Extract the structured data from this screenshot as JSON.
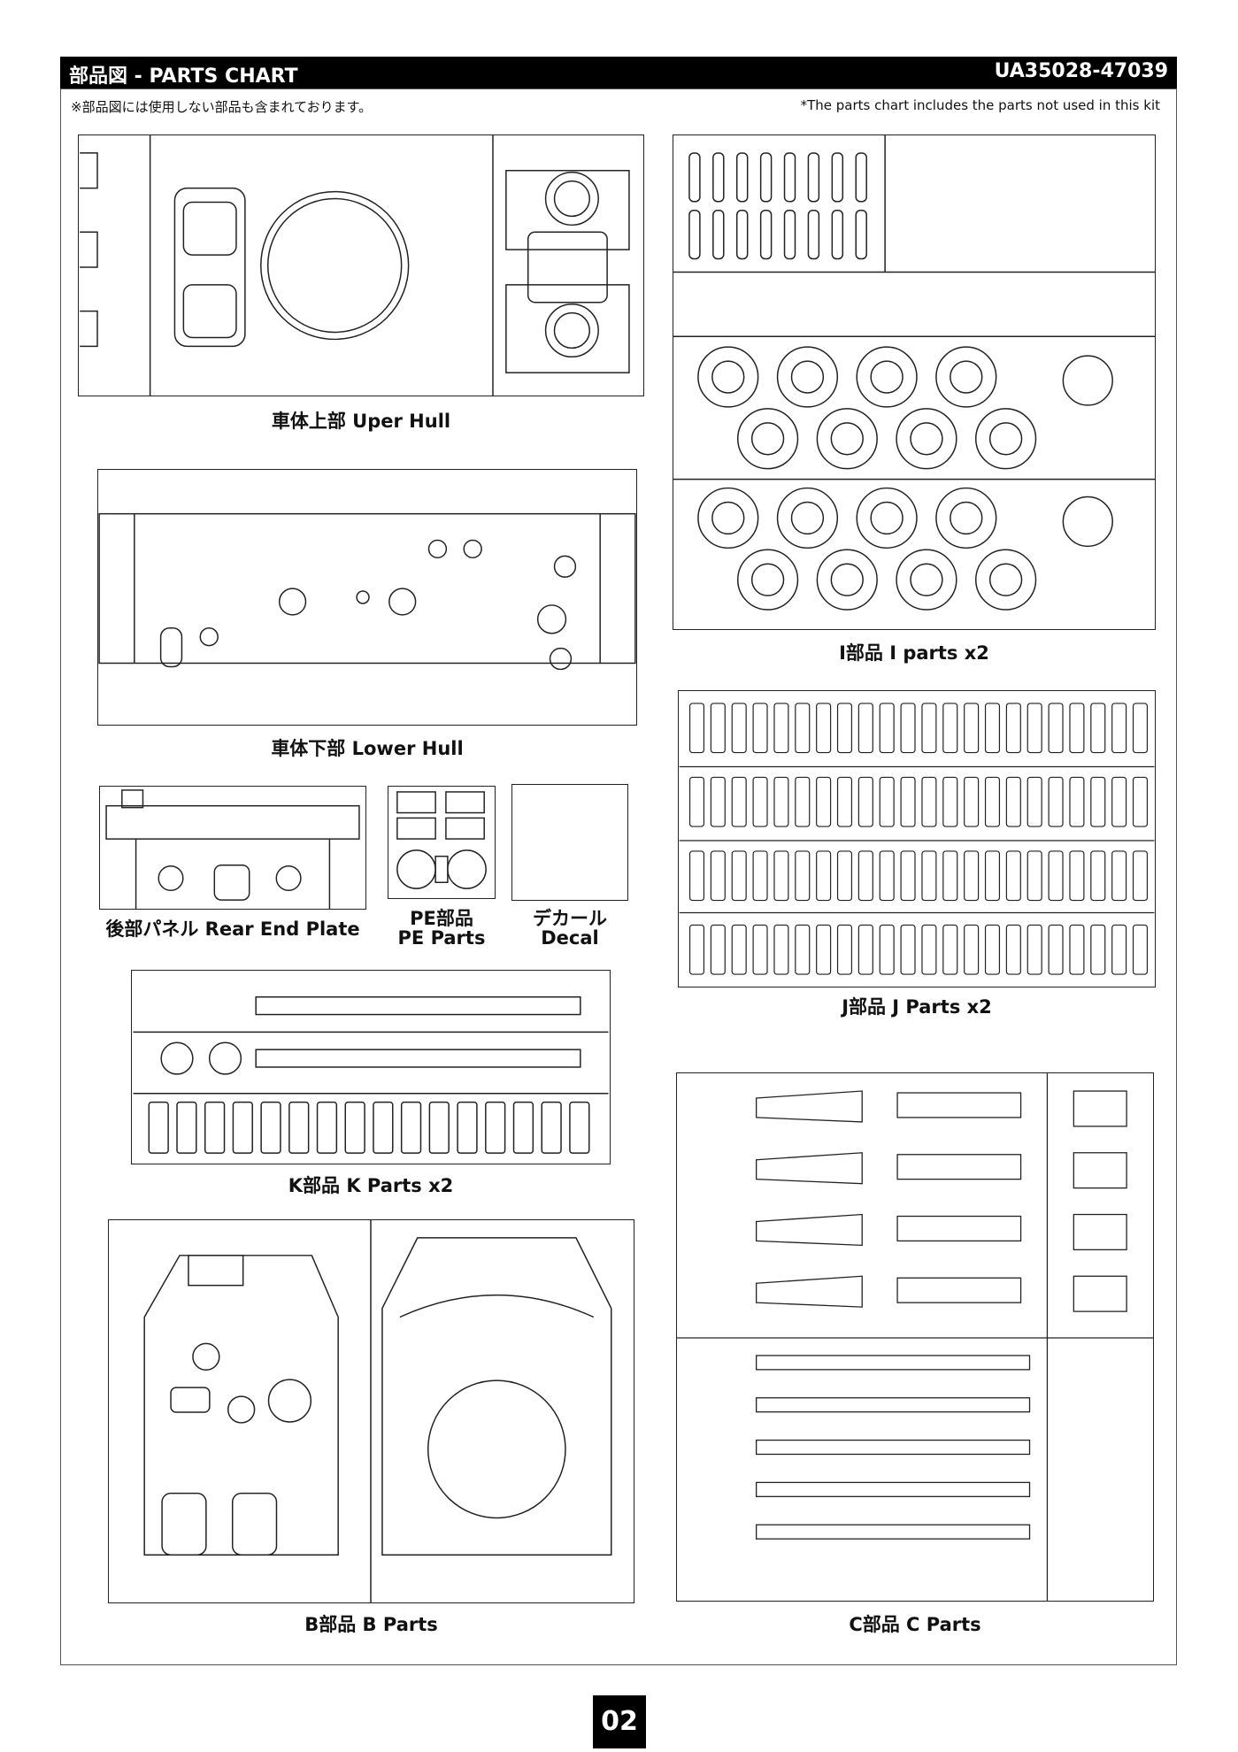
{
  "header": {
    "title": "部品図 - PARTS CHART",
    "code": "UA35028-47039"
  },
  "notes": {
    "jp": "※部品図には使用しない部品も含まれております。",
    "en": "*The parts chart includes the parts not used in this kit"
  },
  "captions": {
    "upper_hull": "車体上部 Uper Hull",
    "lower_hull": "車体下部 Lower Hull",
    "rear_plate": "後部パネル Rear End Plate",
    "pe_jp": "PE部品",
    "pe_en": "PE Parts",
    "decal_jp": "デカール",
    "decal_en": "Decal",
    "i_parts": "I部品 I parts x2",
    "j_parts": "J部品 J Parts x2",
    "k_parts": "K部品 K Parts x2",
    "b_parts": "B部品 B Parts",
    "c_parts": "C部品 C Parts"
  },
  "page_number": "02"
}
